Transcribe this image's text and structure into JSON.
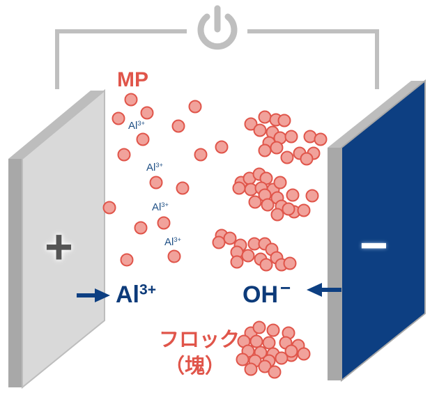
{
  "labels": {
    "mp": "MP",
    "al_small": "Al",
    "al_small_charge": "3+",
    "al_big": "Al",
    "al_big_charge": "3+",
    "oh": "OH",
    "oh_charge": "−",
    "floc_line1": "フロック",
    "floc_line2": "（塊）",
    "anode_sign": "+",
    "cathode_sign": "−"
  },
  "colors": {
    "particle_fill": "#f1a29b",
    "particle_stroke": "#e0554a",
    "cathode": "#0d3f82",
    "anode": "#d9d9d9",
    "wire": "#bfbfbf",
    "ion_text": "#0d3b7a",
    "mp_text": "#e0554a"
  },
  "icons": {
    "power": "power-icon",
    "arrow_right": "arrow-right-icon",
    "arrow_left": "arrow-left-icon"
  }
}
